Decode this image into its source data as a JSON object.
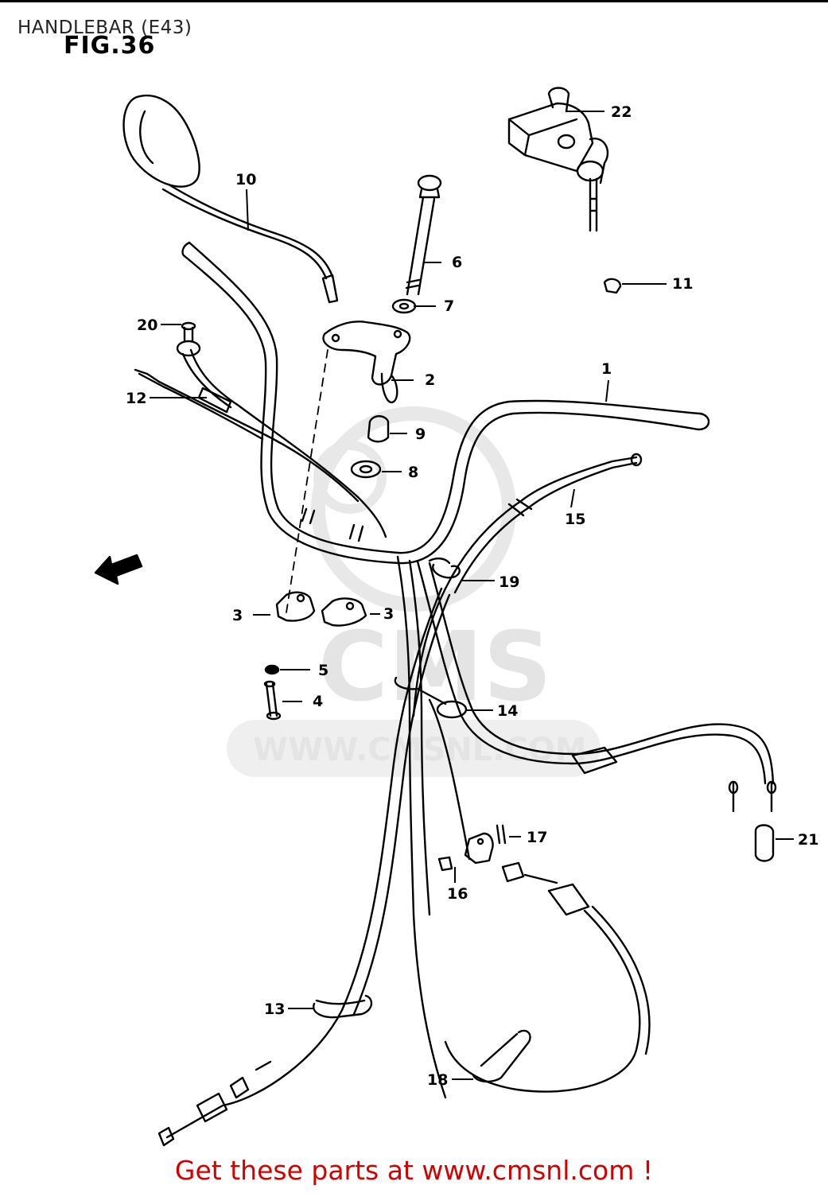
{
  "header": {
    "title": "HANDLEBAR (E43)",
    "figure": "FIG.36"
  },
  "watermark": {
    "brand": "CMS",
    "url": "WWW.CMSNL.COM"
  },
  "callouts": [
    {
      "id": "c1",
      "num": "1"
    },
    {
      "id": "c2",
      "num": "2"
    },
    {
      "id": "c3a",
      "num": "3"
    },
    {
      "id": "c3b",
      "num": "3"
    },
    {
      "id": "c4",
      "num": "4"
    },
    {
      "id": "c5",
      "num": "5"
    },
    {
      "id": "c6",
      "num": "6"
    },
    {
      "id": "c7",
      "num": "7"
    },
    {
      "id": "c8",
      "num": "8"
    },
    {
      "id": "c9",
      "num": "9"
    },
    {
      "id": "c10",
      "num": "10"
    },
    {
      "id": "c11",
      "num": "11"
    },
    {
      "id": "c12",
      "num": "12"
    },
    {
      "id": "c13",
      "num": "13"
    },
    {
      "id": "c14",
      "num": "14"
    },
    {
      "id": "c15",
      "num": "15"
    },
    {
      "id": "c16",
      "num": "16"
    },
    {
      "id": "c17",
      "num": "17"
    },
    {
      "id": "c18",
      "num": "18"
    },
    {
      "id": "c19",
      "num": "19"
    },
    {
      "id": "c20",
      "num": "20"
    },
    {
      "id": "c21",
      "num": "21"
    },
    {
      "id": "c22",
      "num": "22"
    }
  ],
  "footer": {
    "text": "Get these parts at www.cmsnl.com !"
  },
  "colors": {
    "line": "#000000",
    "footer": "#d40000",
    "watermark": "#e4e4e4"
  }
}
